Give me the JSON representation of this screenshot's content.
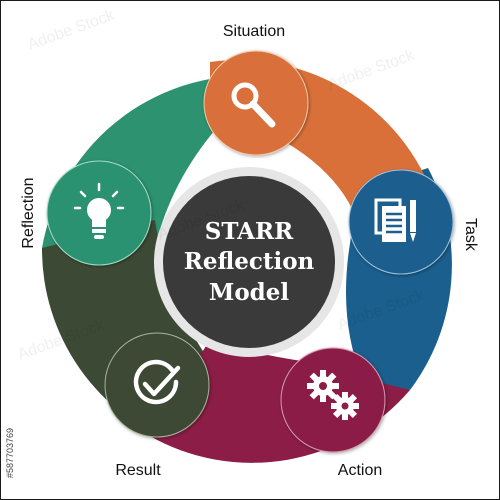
{
  "diagram": {
    "center_title_lines": [
      "STARR",
      "Reflection",
      "Model"
    ],
    "stages": [
      {
        "label": "Situation",
        "icon": "magnifier-icon",
        "color": "#d9703a"
      },
      {
        "label": "Task",
        "icon": "document-pencil-icon",
        "color": "#1a5f8e"
      },
      {
        "label": "Action",
        "icon": "gears-icon",
        "color": "#8b1d46"
      },
      {
        "label": "Result",
        "icon": "checkmark-icon",
        "color": "#3c4a35"
      },
      {
        "label": "Reflection",
        "icon": "lightbulb-icon",
        "color": "#2c9270"
      }
    ]
  },
  "watermark": {
    "brand": "Adobe Stock",
    "stock_id": "#587703769"
  }
}
